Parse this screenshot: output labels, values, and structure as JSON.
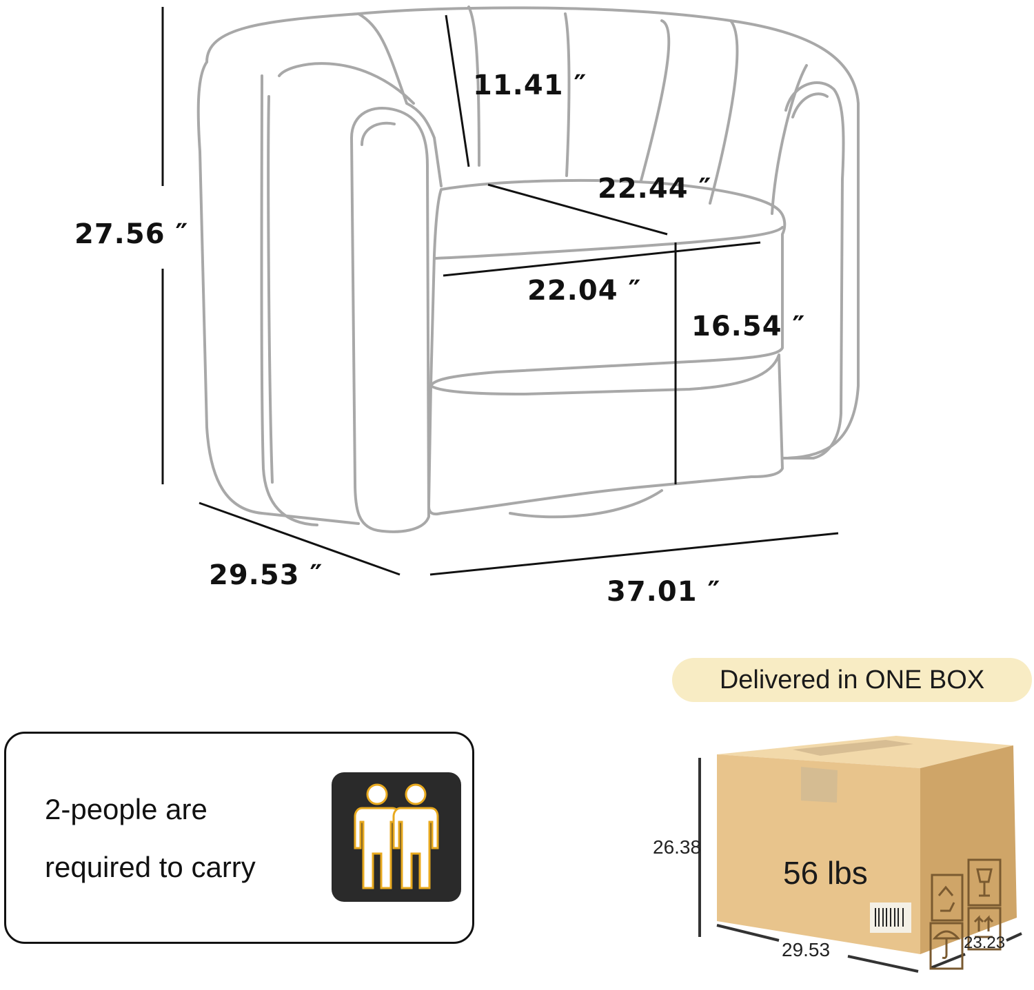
{
  "chair_dimensions": {
    "back_height": "11.41 ″",
    "seat_depth": "22.44 ″",
    "overall_height": "27.56 ″",
    "seat_width": "22.04 ″",
    "seat_height": "16.54 ″",
    "overall_depth": "29.53 ″",
    "overall_width": "37.01 ″"
  },
  "banner": {
    "text": "Delivered in ONE BOX"
  },
  "carry_notice": {
    "line1": "2-people are",
    "line2": "required to carry"
  },
  "package": {
    "weight": "56 lbs",
    "height": "26.38",
    "width": "29.53",
    "depth": "23.23"
  },
  "colors": {
    "outline": "#a8a8a8",
    "banner_bg": "#f8ecc4",
    "badge_bg": "#2a2a2a",
    "box_cardboard": "#e5bf85"
  },
  "icons": [
    "two-people-icon",
    "recycle-icon",
    "fragile-glass-icon",
    "keep-dry-umbrella-icon",
    "this-side-up-icon",
    "barcode-icon"
  ]
}
